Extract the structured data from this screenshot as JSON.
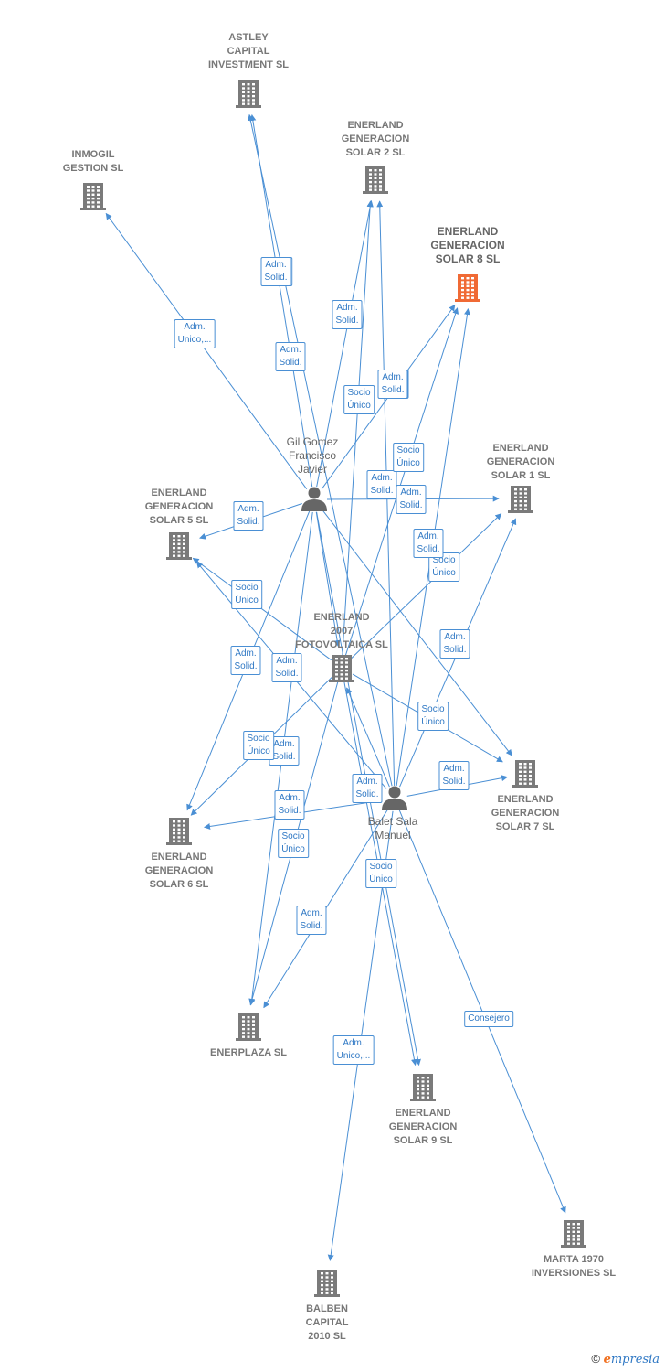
{
  "colors": {
    "edge": "#4a8fd4",
    "building": "#7a7a7a",
    "highlight": "#f06a35",
    "person": "#666666"
  },
  "nodes": [
    {
      "id": "astley",
      "label": "ASTLEY\nCAPITAL\nINVESTMENT SL",
      "type": "company",
      "icon": "building-icon"
    },
    {
      "id": "s2",
      "label": "ENERLAND\nGENERACION\nSOLAR 2  SL",
      "type": "company",
      "icon": "building-icon"
    },
    {
      "id": "inmogil",
      "label": "INMOGIL\nGESTION SL",
      "type": "company",
      "icon": "building-icon"
    },
    {
      "id": "s8",
      "label": "ENERLAND\nGENERACION\nSOLAR 8  SL",
      "type": "company",
      "highlight": true,
      "icon": "building-icon"
    },
    {
      "id": "gil",
      "label": "Gil Gomez\nFrancisco\nJavier",
      "type": "person",
      "icon": "person-icon"
    },
    {
      "id": "s1",
      "label": "ENERLAND\nGENERACION\nSOLAR 1  SL",
      "type": "company",
      "icon": "building-icon"
    },
    {
      "id": "s5",
      "label": "ENERLAND\nGENERACION\nSOLAR 5  SL",
      "type": "company",
      "icon": "building-icon"
    },
    {
      "id": "e2007",
      "label": "ENERLAND\n2007\nFOTOVOLTAICA SL",
      "type": "company",
      "icon": "building-icon"
    },
    {
      "id": "s7",
      "label": "ENERLAND\nGENERACION\nSOLAR 7  SL",
      "type": "company",
      "icon": "building-icon"
    },
    {
      "id": "balet",
      "label": "Balet Sala\nManuel",
      "type": "person",
      "icon": "person-icon"
    },
    {
      "id": "s6",
      "label": "ENERLAND\nGENERACION\nSOLAR 6  SL",
      "type": "company",
      "icon": "building-icon"
    },
    {
      "id": "enerplaza",
      "label": "ENERPLAZA SL",
      "type": "company",
      "icon": "building-icon"
    },
    {
      "id": "s9",
      "label": "ENERLAND\nGENERACION\nSOLAR 9  SL",
      "type": "company",
      "icon": "building-icon"
    },
    {
      "id": "marta",
      "label": "MARTA 1970\nINVERSIONES SL",
      "type": "company",
      "icon": "building-icon"
    },
    {
      "id": "balben",
      "label": "BALBEN\nCAPITAL\n2010 SL",
      "type": "company",
      "icon": "building-icon"
    }
  ],
  "edges": [
    {
      "from": "gil",
      "to": "astley",
      "label": "Adm.\nUnico"
    },
    {
      "from": "gil",
      "to": "inmogil",
      "label": "Adm.\nUnico,..."
    },
    {
      "from": "gil",
      "to": "s2",
      "label": "Adm.\nSolid."
    },
    {
      "from": "gil",
      "to": "s8",
      "label": "Adm.\nSolid."
    },
    {
      "from": "gil",
      "to": "s1",
      "label": "Adm.\nSolid."
    },
    {
      "from": "gil",
      "to": "s5",
      "label": "Adm.\nSolid."
    },
    {
      "from": "gil",
      "to": "s7",
      "label": "Adm.\nSolid."
    },
    {
      "from": "gil",
      "to": "s6",
      "label": "Adm.\nSolid."
    },
    {
      "from": "gil",
      "to": "enerplaza",
      "label": "Adm.\nSolid."
    },
    {
      "from": "gil",
      "to": "s9",
      "label": "Adm.\nSolid."
    },
    {
      "from": "gil",
      "to": "e2007",
      "label": "Adm.\nSolid."
    },
    {
      "from": "e2007",
      "to": "s2",
      "label": "Socio\nÚnico"
    },
    {
      "from": "e2007",
      "to": "s8",
      "label": "Socio\nÚnico"
    },
    {
      "from": "e2007",
      "to": "s1",
      "label": "Socio\nÚnico"
    },
    {
      "from": "e2007",
      "to": "s5",
      "label": "Socio\nÚnico"
    },
    {
      "from": "e2007",
      "to": "s7",
      "label": "Socio\nÚnico"
    },
    {
      "from": "e2007",
      "to": "s6",
      "label": "Socio\nÚnico"
    },
    {
      "from": "e2007",
      "to": "enerplaza",
      "label": "Socio\nÚnico"
    },
    {
      "from": "e2007",
      "to": "s9",
      "label": "Socio\nÚnico"
    },
    {
      "from": "balet",
      "to": "astley",
      "label": "Adm.\nSolid."
    },
    {
      "from": "balet",
      "to": "s2",
      "label": "Adm.\nSolid."
    },
    {
      "from": "balet",
      "to": "s8",
      "label": "Adm.\nSolid."
    },
    {
      "from": "balet",
      "to": "s1",
      "label": "Adm.\nSolid."
    },
    {
      "from": "balet",
      "to": "s5",
      "label": "Adm.\nSolid."
    },
    {
      "from": "balet",
      "to": "s7",
      "label": "Adm.\nSolid."
    },
    {
      "from": "balet",
      "to": "s6",
      "label": "Adm.\nSolid."
    },
    {
      "from": "balet",
      "to": "enerplaza",
      "label": "Adm.\nSolid."
    },
    {
      "from": "balet",
      "to": "e2007",
      "label": "Adm.\nSolid."
    },
    {
      "from": "balet",
      "to": "balben",
      "label": "Adm.\nUnico,..."
    },
    {
      "from": "balet",
      "to": "marta",
      "label": "Consejero"
    }
  ],
  "copyright": {
    "symbol": "©",
    "brand_initial": "e",
    "brand_rest": "mpresia"
  }
}
